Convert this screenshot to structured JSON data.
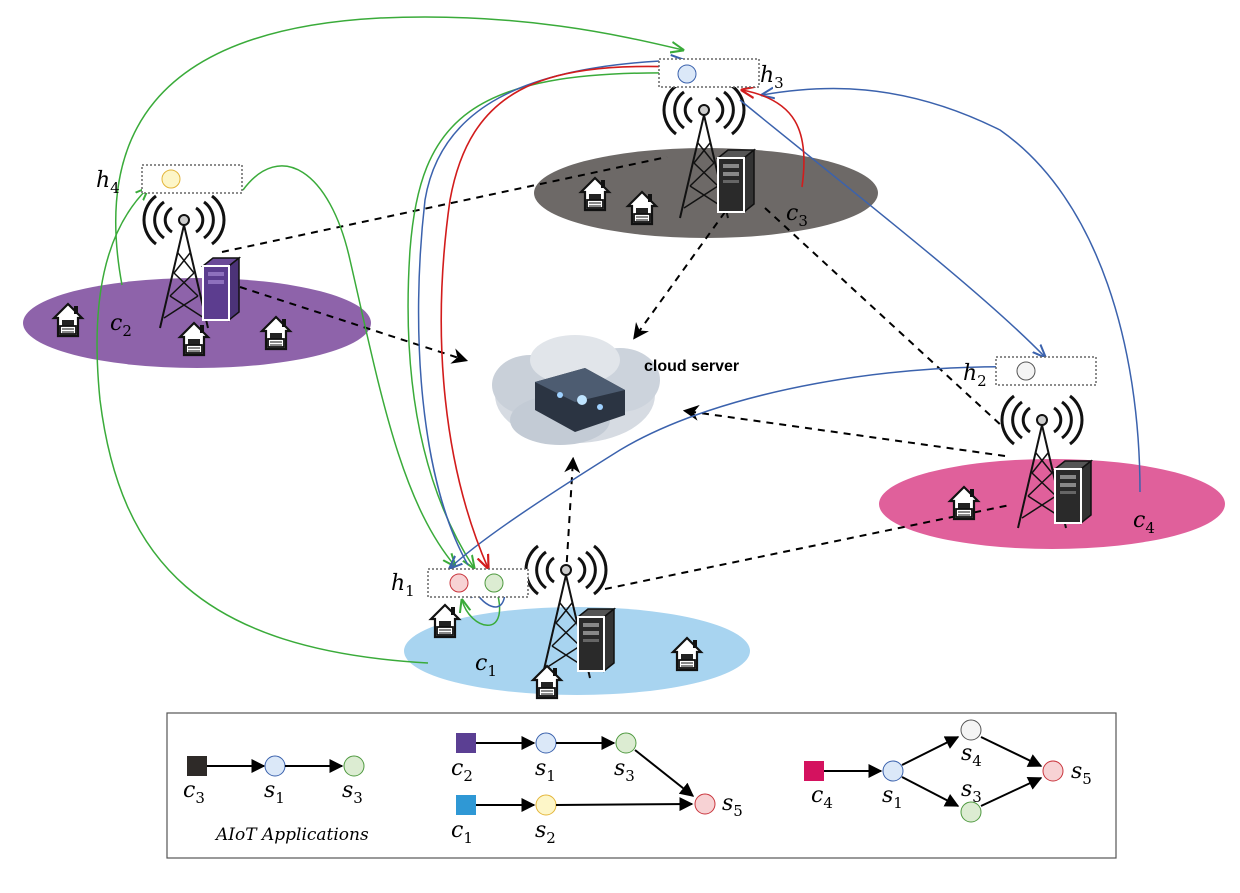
{
  "cloud": {
    "label": "cloud server"
  },
  "hosts": {
    "h1": {
      "base": "h",
      "sub": "1"
    },
    "h2": {
      "base": "h",
      "sub": "2"
    },
    "h3": {
      "base": "h",
      "sub": "3"
    },
    "h4": {
      "base": "h",
      "sub": "4"
    }
  },
  "clusters": {
    "c1": {
      "base": "c",
      "sub": "1",
      "color": "#a8d4f0"
    },
    "c2": {
      "base": "c",
      "sub": "2",
      "color": "#8e63aa"
    },
    "c3": {
      "base": "c",
      "sub": "3",
      "color": "#6d6967"
    },
    "c4": {
      "base": "c",
      "sub": "4",
      "color": "#e0609b"
    }
  },
  "service_colors": {
    "s1": "#dbe8f8",
    "s2": "#fdf6c8",
    "s3": "#dcecd2",
    "s4": "#f4f4f4",
    "s5": "#f7d2d4"
  },
  "flow_colors": {
    "green": "#3aab3a",
    "blue": "#3b62ad",
    "red": "#d21c1c"
  },
  "legend": {
    "caption": "AIoT Applications",
    "app1": {
      "c": {
        "base": "c",
        "sub": "3"
      },
      "s1": {
        "base": "s",
        "sub": "1"
      },
      "s3": {
        "base": "s",
        "sub": "3"
      },
      "source_color": "#2e2a28"
    },
    "app2": {
      "c2": {
        "base": "c",
        "sub": "2"
      },
      "c1": {
        "base": "c",
        "sub": "1"
      },
      "s1": {
        "base": "s",
        "sub": "1"
      },
      "s2": {
        "base": "s",
        "sub": "2"
      },
      "s3": {
        "base": "s",
        "sub": "3"
      },
      "s5": {
        "base": "s",
        "sub": "5"
      },
      "c2_color": "#5b3f93",
      "c1_color": "#2f98d5"
    },
    "app3": {
      "c": {
        "base": "c",
        "sub": "4"
      },
      "s1": {
        "base": "s",
        "sub": "1"
      },
      "s3": {
        "base": "s",
        "sub": "3"
      },
      "s4": {
        "base": "s",
        "sub": "4"
      },
      "s5": {
        "base": "s",
        "sub": "5"
      },
      "source_color": "#d4125f"
    }
  }
}
